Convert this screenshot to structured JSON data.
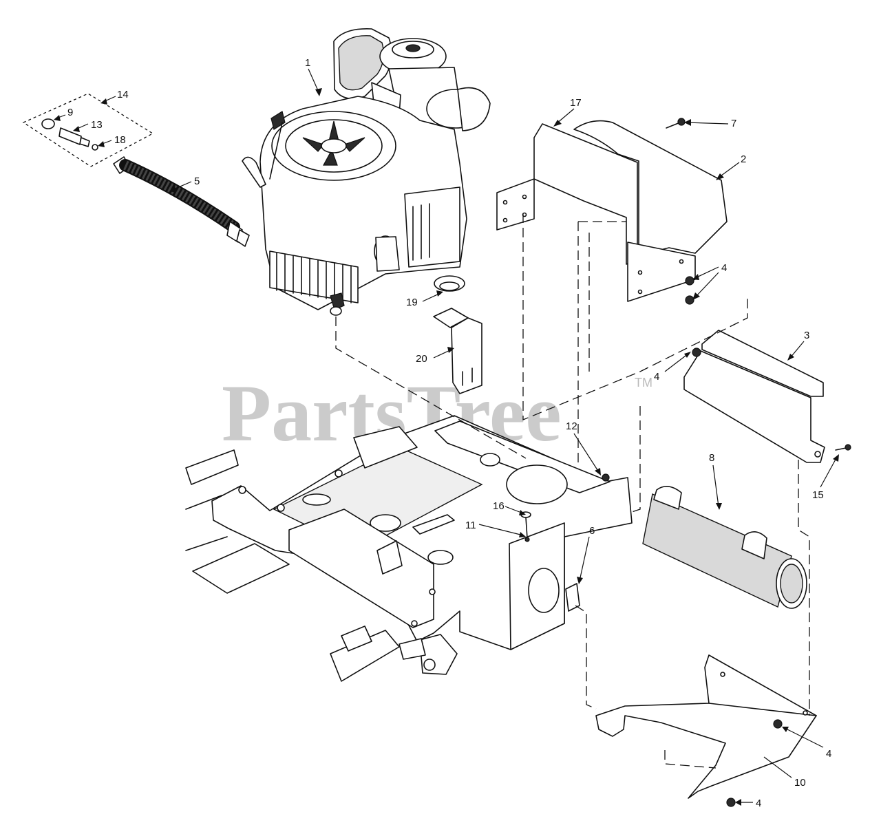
{
  "watermark": {
    "brand": "PartsTree",
    "trademark": "TM"
  },
  "callouts": [
    {
      "id": "c1",
      "label": "1"
    },
    {
      "id": "c14",
      "label": "14"
    },
    {
      "id": "c9",
      "label": "9"
    },
    {
      "id": "c13",
      "label": "13"
    },
    {
      "id": "c18",
      "label": "18"
    },
    {
      "id": "c5",
      "label": "5"
    },
    {
      "id": "c17",
      "label": "17"
    },
    {
      "id": "c7",
      "label": "7"
    },
    {
      "id": "c2",
      "label": "2"
    },
    {
      "id": "c4a",
      "label": "4"
    },
    {
      "id": "c19",
      "label": "19"
    },
    {
      "id": "c20",
      "label": "20"
    },
    {
      "id": "c3",
      "label": "3"
    },
    {
      "id": "c4b",
      "label": "4"
    },
    {
      "id": "c12",
      "label": "12"
    },
    {
      "id": "c15",
      "label": "15"
    },
    {
      "id": "c8",
      "label": "8"
    },
    {
      "id": "c16",
      "label": "16"
    },
    {
      "id": "c11",
      "label": "11"
    },
    {
      "id": "c6",
      "label": "6"
    },
    {
      "id": "c4c",
      "label": "4"
    },
    {
      "id": "c10",
      "label": "10"
    },
    {
      "id": "c4d",
      "label": "4"
    }
  ]
}
